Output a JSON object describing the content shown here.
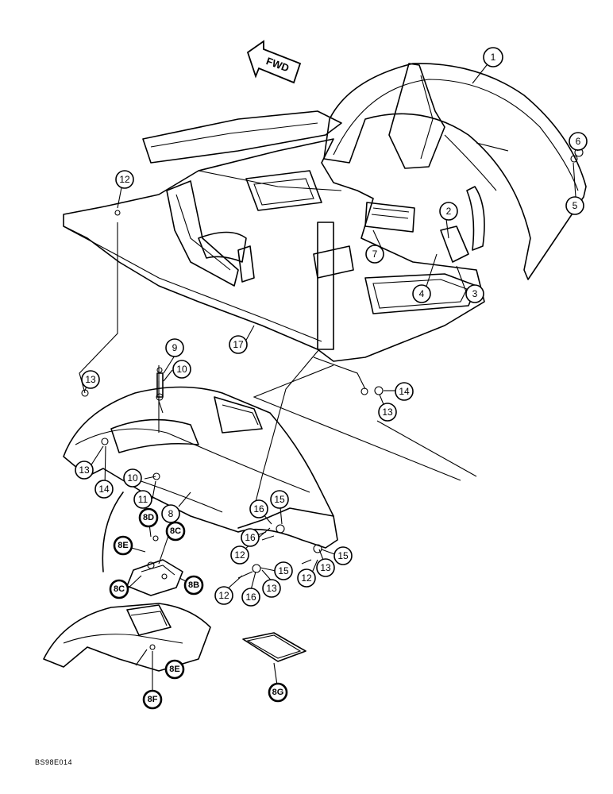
{
  "direction_label": "FWD",
  "drawing_code": "BS98E014",
  "callouts": [
    {
      "id": "c1",
      "label": "1"
    },
    {
      "id": "c2",
      "label": "2"
    },
    {
      "id": "c3",
      "label": "3"
    },
    {
      "id": "c4",
      "label": "4"
    },
    {
      "id": "c5",
      "label": "5"
    },
    {
      "id": "c6",
      "label": "6"
    },
    {
      "id": "c7",
      "label": "7"
    },
    {
      "id": "c8",
      "label": "8"
    },
    {
      "id": "c9",
      "label": "9"
    },
    {
      "id": "c10a",
      "label": "10"
    },
    {
      "id": "c10b",
      "label": "10"
    },
    {
      "id": "c11",
      "label": "11"
    },
    {
      "id": "c12a",
      "label": "12"
    },
    {
      "id": "c12b",
      "label": "12"
    },
    {
      "id": "c12c",
      "label": "12"
    },
    {
      "id": "c12d",
      "label": "12"
    },
    {
      "id": "c13a",
      "label": "13"
    },
    {
      "id": "c13b",
      "label": "13"
    },
    {
      "id": "c13c",
      "label": "13"
    },
    {
      "id": "c13d",
      "label": "13"
    },
    {
      "id": "c13e",
      "label": "13"
    },
    {
      "id": "c14a",
      "label": "14"
    },
    {
      "id": "c14b",
      "label": "14"
    },
    {
      "id": "c15a",
      "label": "15"
    },
    {
      "id": "c15b",
      "label": "15"
    },
    {
      "id": "c15c",
      "label": "15"
    },
    {
      "id": "c16a",
      "label": "16"
    },
    {
      "id": "c16b",
      "label": "16"
    },
    {
      "id": "c16c",
      "label": "16"
    },
    {
      "id": "c17",
      "label": "17"
    },
    {
      "id": "c8d",
      "label": "8D"
    },
    {
      "id": "c8e1",
      "label": "8E"
    },
    {
      "id": "c8c1",
      "label": "8C"
    },
    {
      "id": "c8c2",
      "label": "8C"
    },
    {
      "id": "c8b",
      "label": "8B"
    },
    {
      "id": "c8e2",
      "label": "8E"
    },
    {
      "id": "c8f",
      "label": "8F"
    },
    {
      "id": "c8g",
      "label": "8G"
    }
  ]
}
